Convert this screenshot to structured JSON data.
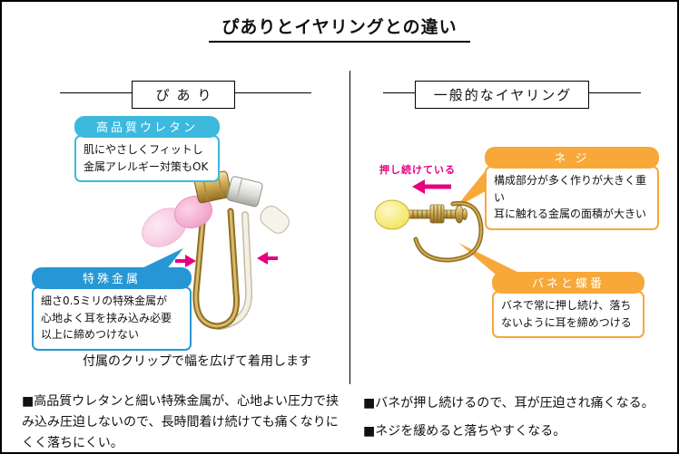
{
  "title": "ぴありとイヤリングとの違い",
  "left": {
    "header": "ぴあり",
    "callout_urethane": {
      "title": "高品質ウレタン",
      "body": [
        "肌にやさしくフィットし",
        "金属アレルギー対策もOK"
      ]
    },
    "callout_metal": {
      "title": "特殊金属",
      "body": [
        "細さ0.5ミリの特殊金属が",
        "心地よく耳を挟み込み必要",
        "以上に締めつけない"
      ]
    },
    "caption": "付属のクリップで幅を広げて着用します",
    "bullets": [
      "■高品質ウレタンと細い特殊金属が、心地よい圧力で挟み込み圧迫しないので、長時間着け続けても痛くなりにくく落ちにくい。"
    ]
  },
  "right": {
    "header": "一般的なイヤリング",
    "push_label": "押し続けている",
    "callout_screw": {
      "title": "ネ ジ",
      "body": [
        "構成部分が多く作りが大きく重い",
        "耳に触れる金属の面積が大きい"
      ]
    },
    "callout_spring": {
      "title": "バネと蝶番",
      "body": [
        "バネで常に押し続け、落ち",
        "ないように耳を締めつける"
      ]
    },
    "bullets": [
      "■バネが押し続けるので、耳が圧迫され痛くなる。",
      "■ネジを緩めると落ちやすくなる。"
    ]
  },
  "icons": {
    "push_arrow": "left-arrow",
    "clamp_arrow_left": "right-arrow",
    "clamp_arrow_right": "left-arrow"
  },
  "colors": {
    "cyan": "#3cb9dc",
    "blue": "#2696d4",
    "orange": "#f7a838",
    "magenta": "#e5007f",
    "gold": "#8f6f26",
    "pink_pad": "#f4a8cd",
    "yellow_pad": "#f0e14a"
  }
}
